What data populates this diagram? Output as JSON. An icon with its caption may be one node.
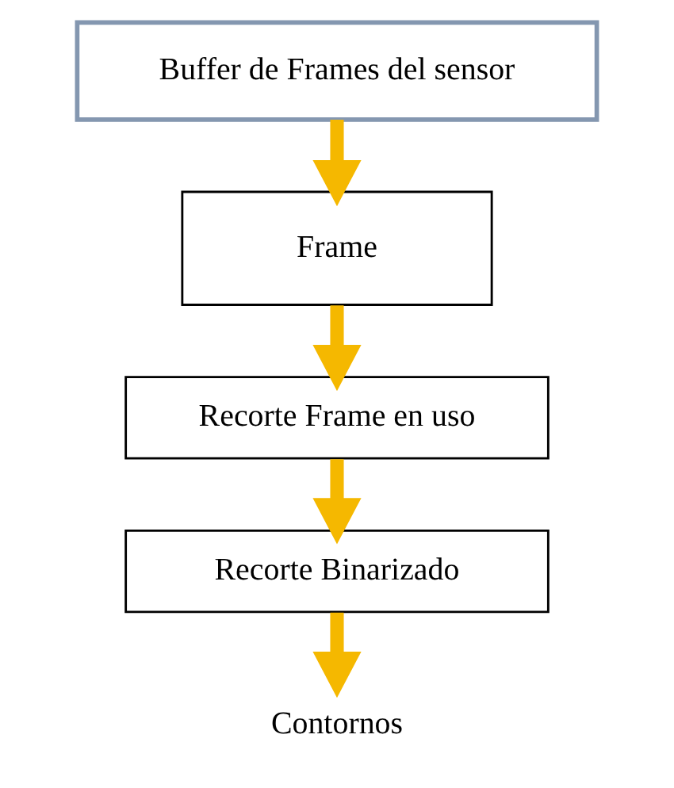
{
  "diagram": {
    "nodes": [
      {
        "text": [
          "Buffer de Frames del sensor"
        ]
      },
      {
        "text": [
          "Frame"
        ]
      },
      {
        "text": [
          "Recorte Frame en uso"
        ]
      },
      {
        "text": [
          "Recorte Binarizado"
        ]
      },
      {
        "text": [
          "Contornos"
        ]
      }
    ],
    "edges": [
      {
        "from": 0,
        "to": 1,
        "arrow": "to"
      },
      {
        "from": 1,
        "to": 2,
        "arrow": "to"
      },
      {
        "from": 2,
        "to": 3,
        "arrow": "to"
      },
      {
        "from": 3,
        "to": 4,
        "arrow": "to"
      }
    ]
  }
}
